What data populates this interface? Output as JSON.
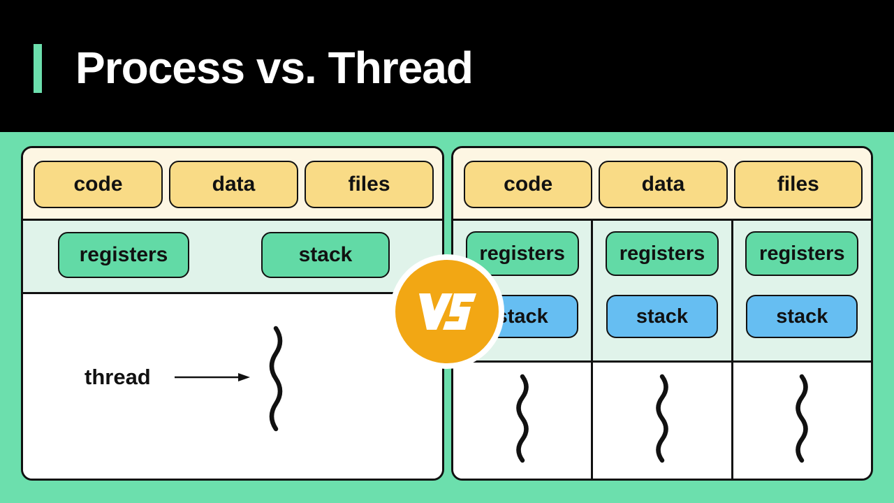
{
  "header": {
    "title": "Process vs. Thread"
  },
  "colors": {
    "background": "#6CDFAD",
    "header": "#000000",
    "accent": "#6CDFAD",
    "title_text": "#FFFFFF",
    "label_text": "#111111",
    "border": "#111111",
    "panel_white": "#FFFFFF",
    "cream": "#FDF6E3",
    "mint": "#E0F3EA",
    "yellow": "#F9DB86",
    "green": "#62DAA6",
    "blue": "#66BEF2",
    "orange": "#F2A714"
  },
  "vs_badge": {
    "label": "VS"
  },
  "left_panel": {
    "resource_boxes": [
      "code",
      "data",
      "files"
    ],
    "registers_label": "registers",
    "stack_label": "stack",
    "thread_label": "thread"
  },
  "right_panel": {
    "resource_boxes": [
      "code",
      "data",
      "files"
    ],
    "threads": [
      {
        "registers": "registers",
        "stack": "stack"
      },
      {
        "registers": "registers",
        "stack": "stack"
      },
      {
        "registers": "registers",
        "stack": "stack"
      }
    ]
  }
}
